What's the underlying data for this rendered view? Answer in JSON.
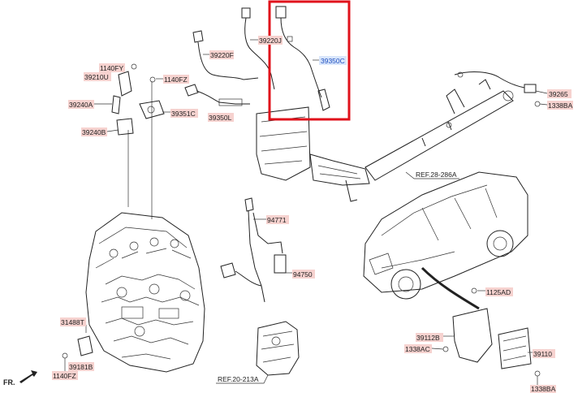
{
  "labels": {
    "l_39220J": "39220J",
    "l_39220F": "39220F",
    "l_39350C": "39350C",
    "l_1140FY": "1140FY",
    "l_39210U": "39210U",
    "l_1140FZ_top": "1140FZ",
    "l_39240A": "39240A",
    "l_39351C": "39351C",
    "l_39350L": "39350L",
    "l_39240B": "39240B",
    "l_39265": "39265",
    "l_1338BA_top": "1338BA",
    "l_REF28": "REF.28-286A",
    "l_94771": "94771",
    "l_94750": "94750",
    "l_1125AD": "1125AD",
    "l_39112B": "39112B",
    "l_1338AC": "1338AC",
    "l_39110": "39110",
    "l_1338BA_bot": "1338BA",
    "l_31488T": "31488T",
    "l_39181B": "39181B",
    "l_1140FZ_bot": "1140FZ",
    "l_REF20": "REF.20-213A",
    "l_FR": "FR."
  },
  "colors": {
    "highlight_border": "#e0121b",
    "label_fill": "#f6d2cf",
    "highlighted_label_fill": "#d9e6fb",
    "highlighted_label_text": "#1f4fbf",
    "line": "#222222"
  },
  "highlighted_part": "39350C"
}
